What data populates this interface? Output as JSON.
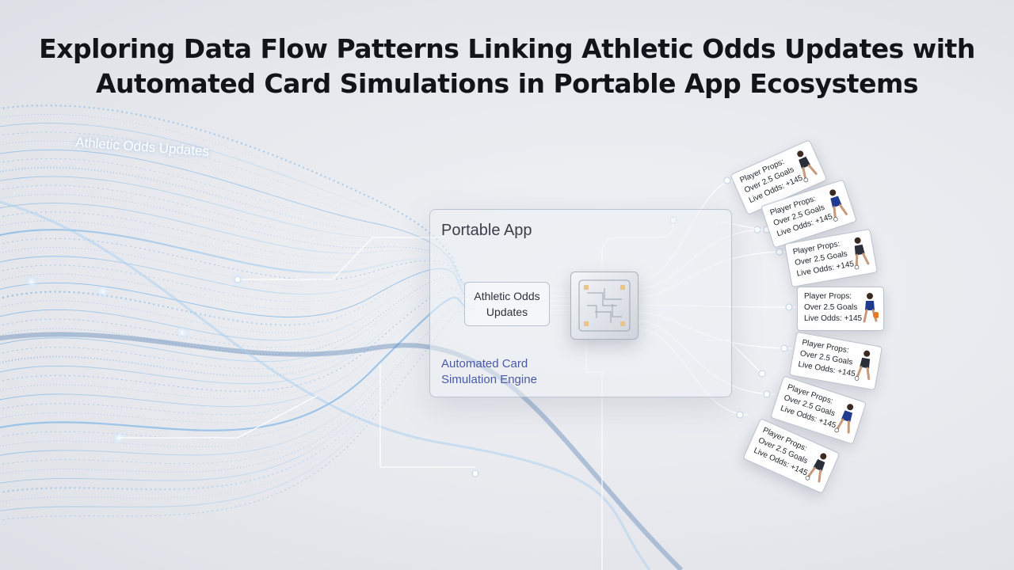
{
  "title_line1": "Exploring Data Flow Patterns Linking Athletic Odds Updates with",
  "title_line2": "Automated Card Simulations in Portable App Ecosystems",
  "flow_label": "Athletic Odds Updates",
  "app": {
    "title": "Portable App",
    "odds_box": [
      "Athletic Odds",
      "Updates"
    ],
    "engine": [
      "Automated Card",
      "Simulation Engine"
    ]
  },
  "cards": [
    {
      "line1": "Player Props:",
      "line2": "Over 2.5 Goals",
      "line3": "Live Odds: +145",
      "player_icon": "soccer-player-icon"
    },
    {
      "line1": "Player Props:",
      "line2": "Over 2.5 Goals",
      "line3": "Live Odds: +145",
      "player_icon": "soccer-player-icon"
    },
    {
      "line1": "Player Props:",
      "line2": "Over 2.5 Goals",
      "line3": "Live Odds: +145",
      "player_icon": "soccer-player-icon"
    },
    {
      "line1": "Player Props:",
      "line2": "Over 2.5 Goals",
      "line3": "Live Odds: +145",
      "player_icon": "basketball-player-icon"
    },
    {
      "line1": "Player Props:",
      "line2": "Over 2.5 Goals",
      "line3": "Live Odds: +145",
      "player_icon": "soccer-player-icon"
    },
    {
      "line1": "Player Props:",
      "line2": "Over 2.5 Goals",
      "line3": "Live Odds: +145",
      "player_icon": "soccer-player-icon"
    },
    {
      "line1": "Player Props:",
      "line2": "Over 2.5 Goals",
      "line3": "Live Odds: +145",
      "player_icon": "soccer-player-icon"
    }
  ],
  "colors": {
    "flow": "#7fb6e6",
    "flow_glow": "#cfe6fb",
    "title": "#121417",
    "line": "#ffffff"
  }
}
